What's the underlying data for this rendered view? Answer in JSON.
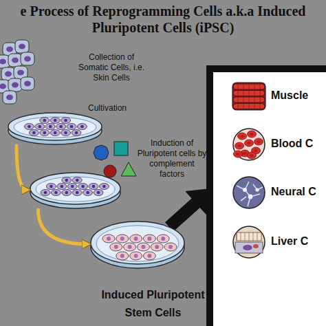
{
  "diagram": {
    "title": "e Process of Reprogramming Cells a.k.a Induced Pluripotent Cells (iPSC)",
    "nodes": [
      {
        "text": [
          "Collection of Somatic Cells, i.e. Skin Cells"
        ]
      },
      {
        "text": [
          "Cultivation"
        ]
      },
      {
        "text": [
          "Induction of Pluripotent cells by complement factors"
        ]
      },
      {
        "text": [
          "Induced Pluripotent Stem Cells"
        ]
      },
      {
        "text": [
          "Muscle"
        ]
      },
      {
        "text": [
          "Blood C"
        ]
      },
      {
        "text": [
          "Neural C"
        ]
      },
      {
        "text": [
          "Liver C"
        ]
      }
    ],
    "edges": [
      {
        "from": 1,
        "to": 2,
        "arrow": "to"
      },
      {
        "from": 2,
        "to": 3,
        "arrow": "to"
      }
    ]
  }
}
